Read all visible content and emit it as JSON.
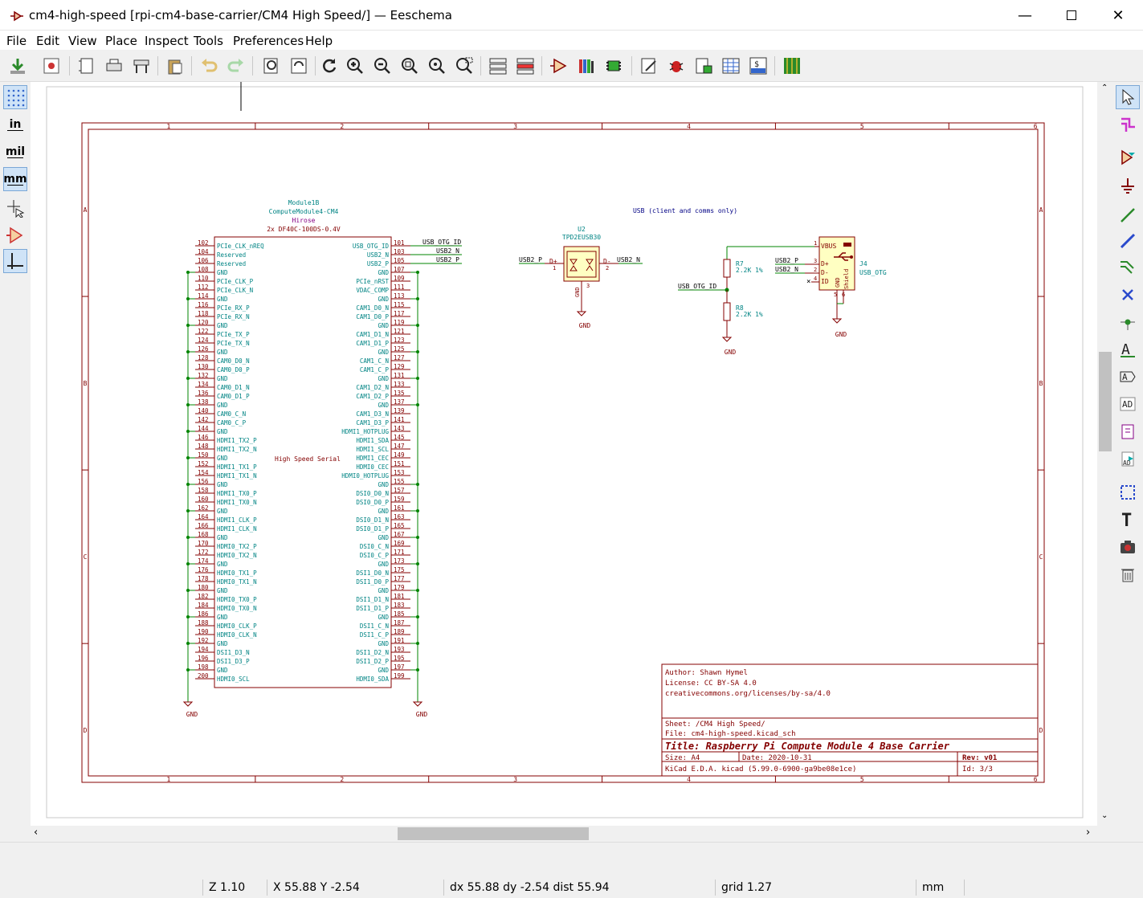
{
  "window": {
    "title": "cm4-high-speed [rpi-cm4-base-carrier/CM4 High Speed/] — Eeschema",
    "min_icon": "minimize-icon",
    "max_icon": "maximize-icon",
    "close_icon": "close-icon"
  },
  "menu": [
    "File",
    "Edit",
    "View",
    "Place",
    "Inspect",
    "Tools",
    "Preferences",
    "Help"
  ],
  "left_toolbar": {
    "units_in": "in",
    "units_mil": "mil",
    "units_mm": "mm"
  },
  "border": {
    "cols": [
      "1",
      "2",
      "3",
      "4",
      "5",
      "6"
    ],
    "rows": [
      "A",
      "B",
      "C",
      "D"
    ]
  },
  "module": {
    "ref": "Module1B",
    "value": "ComputeModule4-CM4",
    "mfr": "Hirose",
    "part": "2x DF40C-100DS-0.4V",
    "center_label": "High Speed Serial",
    "left_pins": [
      [
        "102",
        "PCIe_CLK_nREQ"
      ],
      [
        "104",
        "Reserved"
      ],
      [
        "106",
        "Reserved"
      ],
      [
        "108",
        "GND"
      ],
      [
        "110",
        "PCIe_CLK_P"
      ],
      [
        "112",
        "PCIe_CLK_N"
      ],
      [
        "114",
        "GND"
      ],
      [
        "116",
        "PCIe_RX_P"
      ],
      [
        "118",
        "PCIe_RX_N"
      ],
      [
        "120",
        "GND"
      ],
      [
        "122",
        "PCIe_TX_P"
      ],
      [
        "124",
        "PCIe_TX_N"
      ],
      [
        "126",
        "GND"
      ],
      [
        "128",
        "CAM0_D0_N"
      ],
      [
        "130",
        "CAM0_D0_P"
      ],
      [
        "132",
        "GND"
      ],
      [
        "134",
        "CAM0_D1_N"
      ],
      [
        "136",
        "CAM0_D1_P"
      ],
      [
        "138",
        "GND"
      ],
      [
        "140",
        "CAM0_C_N"
      ],
      [
        "142",
        "CAM0_C_P"
      ],
      [
        "144",
        "GND"
      ],
      [
        "146",
        "HDMI1_TX2_P"
      ],
      [
        "148",
        "HDMI1_TX2_N"
      ],
      [
        "150",
        "GND"
      ],
      [
        "152",
        "HDMI1_TX1_P"
      ],
      [
        "154",
        "HDMI1_TX1_N"
      ],
      [
        "156",
        "GND"
      ],
      [
        "158",
        "HDMI1_TX0_P"
      ],
      [
        "160",
        "HDMI1_TX0_N"
      ],
      [
        "162",
        "GND"
      ],
      [
        "164",
        "HDMI1_CLK_P"
      ],
      [
        "166",
        "HDMI1_CLK_N"
      ],
      [
        "168",
        "GND"
      ],
      [
        "170",
        "HDMI0_TX2_P"
      ],
      [
        "172",
        "HDMI0_TX2_N"
      ],
      [
        "174",
        "GND"
      ],
      [
        "176",
        "HDMI0_TX1_P"
      ],
      [
        "178",
        "HDMI0_TX1_N"
      ],
      [
        "180",
        "GND"
      ],
      [
        "182",
        "HDMI0_TX0_P"
      ],
      [
        "184",
        "HDMI0_TX0_N"
      ],
      [
        "186",
        "GND"
      ],
      [
        "188",
        "HDMI0_CLK_P"
      ],
      [
        "190",
        "HDMI0_CLK_N"
      ],
      [
        "192",
        "GND"
      ],
      [
        "194",
        "DSI1_D3_N"
      ],
      [
        "196",
        "DSI1_D3_P"
      ],
      [
        "198",
        "GND"
      ],
      [
        "200",
        "HDMI0_SCL"
      ]
    ],
    "right_pins": [
      [
        "101",
        "USB_OTG_ID"
      ],
      [
        "103",
        "USB2_N"
      ],
      [
        "105",
        "USB2_P"
      ],
      [
        "107",
        "GND"
      ],
      [
        "109",
        "PCIe_nRST"
      ],
      [
        "111",
        "VDAC_COMP"
      ],
      [
        "113",
        "GND"
      ],
      [
        "115",
        "CAM1_D0_N"
      ],
      [
        "117",
        "CAM1_D0_P"
      ],
      [
        "119",
        "GND"
      ],
      [
        "121",
        "CAM1_D1_N"
      ],
      [
        "123",
        "CAM1_D1_P"
      ],
      [
        "125",
        "GND"
      ],
      [
        "127",
        "CAM1_C_N"
      ],
      [
        "129",
        "CAM1_C_P"
      ],
      [
        "131",
        "GND"
      ],
      [
        "133",
        "CAM1_D2_N"
      ],
      [
        "135",
        "CAM1_D2_P"
      ],
      [
        "137",
        "GND"
      ],
      [
        "139",
        "CAM1_D3_N"
      ],
      [
        "141",
        "CAM1_D3_P"
      ],
      [
        "143",
        "HDMI1_HOTPLUG"
      ],
      [
        "145",
        "HDMI1_SDA"
      ],
      [
        "147",
        "HDMI1_SCL"
      ],
      [
        "149",
        "HDMI1_CEC"
      ],
      [
        "151",
        "HDMI0_CEC"
      ],
      [
        "153",
        "HDMI0_HOTPLUG"
      ],
      [
        "155",
        "GND"
      ],
      [
        "157",
        "DSI0_D0_N"
      ],
      [
        "159",
        "DSI0_D0_P"
      ],
      [
        "161",
        "GND"
      ],
      [
        "163",
        "DSI0_D1_N"
      ],
      [
        "165",
        "DSI0_D1_P"
      ],
      [
        "167",
        "GND"
      ],
      [
        "169",
        "DSI0_C_N"
      ],
      [
        "171",
        "DSI0_C_P"
      ],
      [
        "173",
        "GND"
      ],
      [
        "175",
        "DSI1_D0_N"
      ],
      [
        "177",
        "DSI1_D0_P"
      ],
      [
        "179",
        "GND"
      ],
      [
        "181",
        "DSI1_D1_N"
      ],
      [
        "183",
        "DSI1_D1_P"
      ],
      [
        "185",
        "GND"
      ],
      [
        "187",
        "DSI1_C_N"
      ],
      [
        "189",
        "DSI1_C_P"
      ],
      [
        "191",
        "GND"
      ],
      [
        "193",
        "DSI1_D2_N"
      ],
      [
        "195",
        "DSI1_D2_P"
      ],
      [
        "197",
        "GND"
      ],
      [
        "199",
        "HDMI0_SDA"
      ]
    ],
    "net_labels": [
      "USB_OTG_ID",
      "USB2_N",
      "USB2_P"
    ],
    "gnd": "GND"
  },
  "usb_note": "USB (client and comms only)",
  "u2": {
    "ref": "U2",
    "value": "TPD2EUSB30",
    "pin1": "1",
    "pin2": "2",
    "pin3": "3",
    "dplus": "D+",
    "dminus": "D-",
    "gnd": "GND",
    "label_left": "USB2_P",
    "label_right": "USB2_N",
    "gnd_sym": "GND"
  },
  "r7": {
    "ref": "R7",
    "value": "2.2K 1%"
  },
  "r8": {
    "ref": "R8",
    "value": "2.2K 1%"
  },
  "otg_label": "USB_OTG_ID",
  "gnd_r": "GND",
  "j4": {
    "ref": "J4",
    "value": "USB_OTG",
    "pins": [
      "VBUS",
      "D+",
      "D-",
      "ID",
      "GND",
      "Shield"
    ],
    "nums": [
      "1",
      "3",
      "2",
      "4",
      "5",
      "6"
    ],
    "label_p": "USB2_P",
    "label_n": "USB2_N",
    "gnd": "GND"
  },
  "titleblock": {
    "author": "Author: Shawn Hymel",
    "license": "License: CC BY-SA 4.0",
    "url": "creativecommons.org/licenses/by-sa/4.0",
    "sheet": "Sheet: /CM4 High Speed/",
    "file": "File: cm4-high-speed.kicad_sch",
    "title": "Title: Raspberry Pi Compute Module 4 Base Carrier",
    "size": "Size: A4",
    "date": "Date: 2020-10-31",
    "rev": "Rev: v01",
    "kicad": "KiCad E.D.A.  kicad (5.99.0-6900-ga9be08e1ce)",
    "id": "Id: 3/3"
  },
  "status": {
    "zoom": "Z 1.10",
    "xy": "X 55.88  Y -2.54",
    "delta": "dx 55.88  dy -2.54  dist 55.94",
    "grid": "grid 1.27",
    "units": "mm"
  },
  "colors": {
    "border": "#840000",
    "wire": "#008400",
    "text": "#840000",
    "pin": "#840000",
    "label": "#000000",
    "body": "#ffffc2",
    "net_text": "#008484"
  }
}
